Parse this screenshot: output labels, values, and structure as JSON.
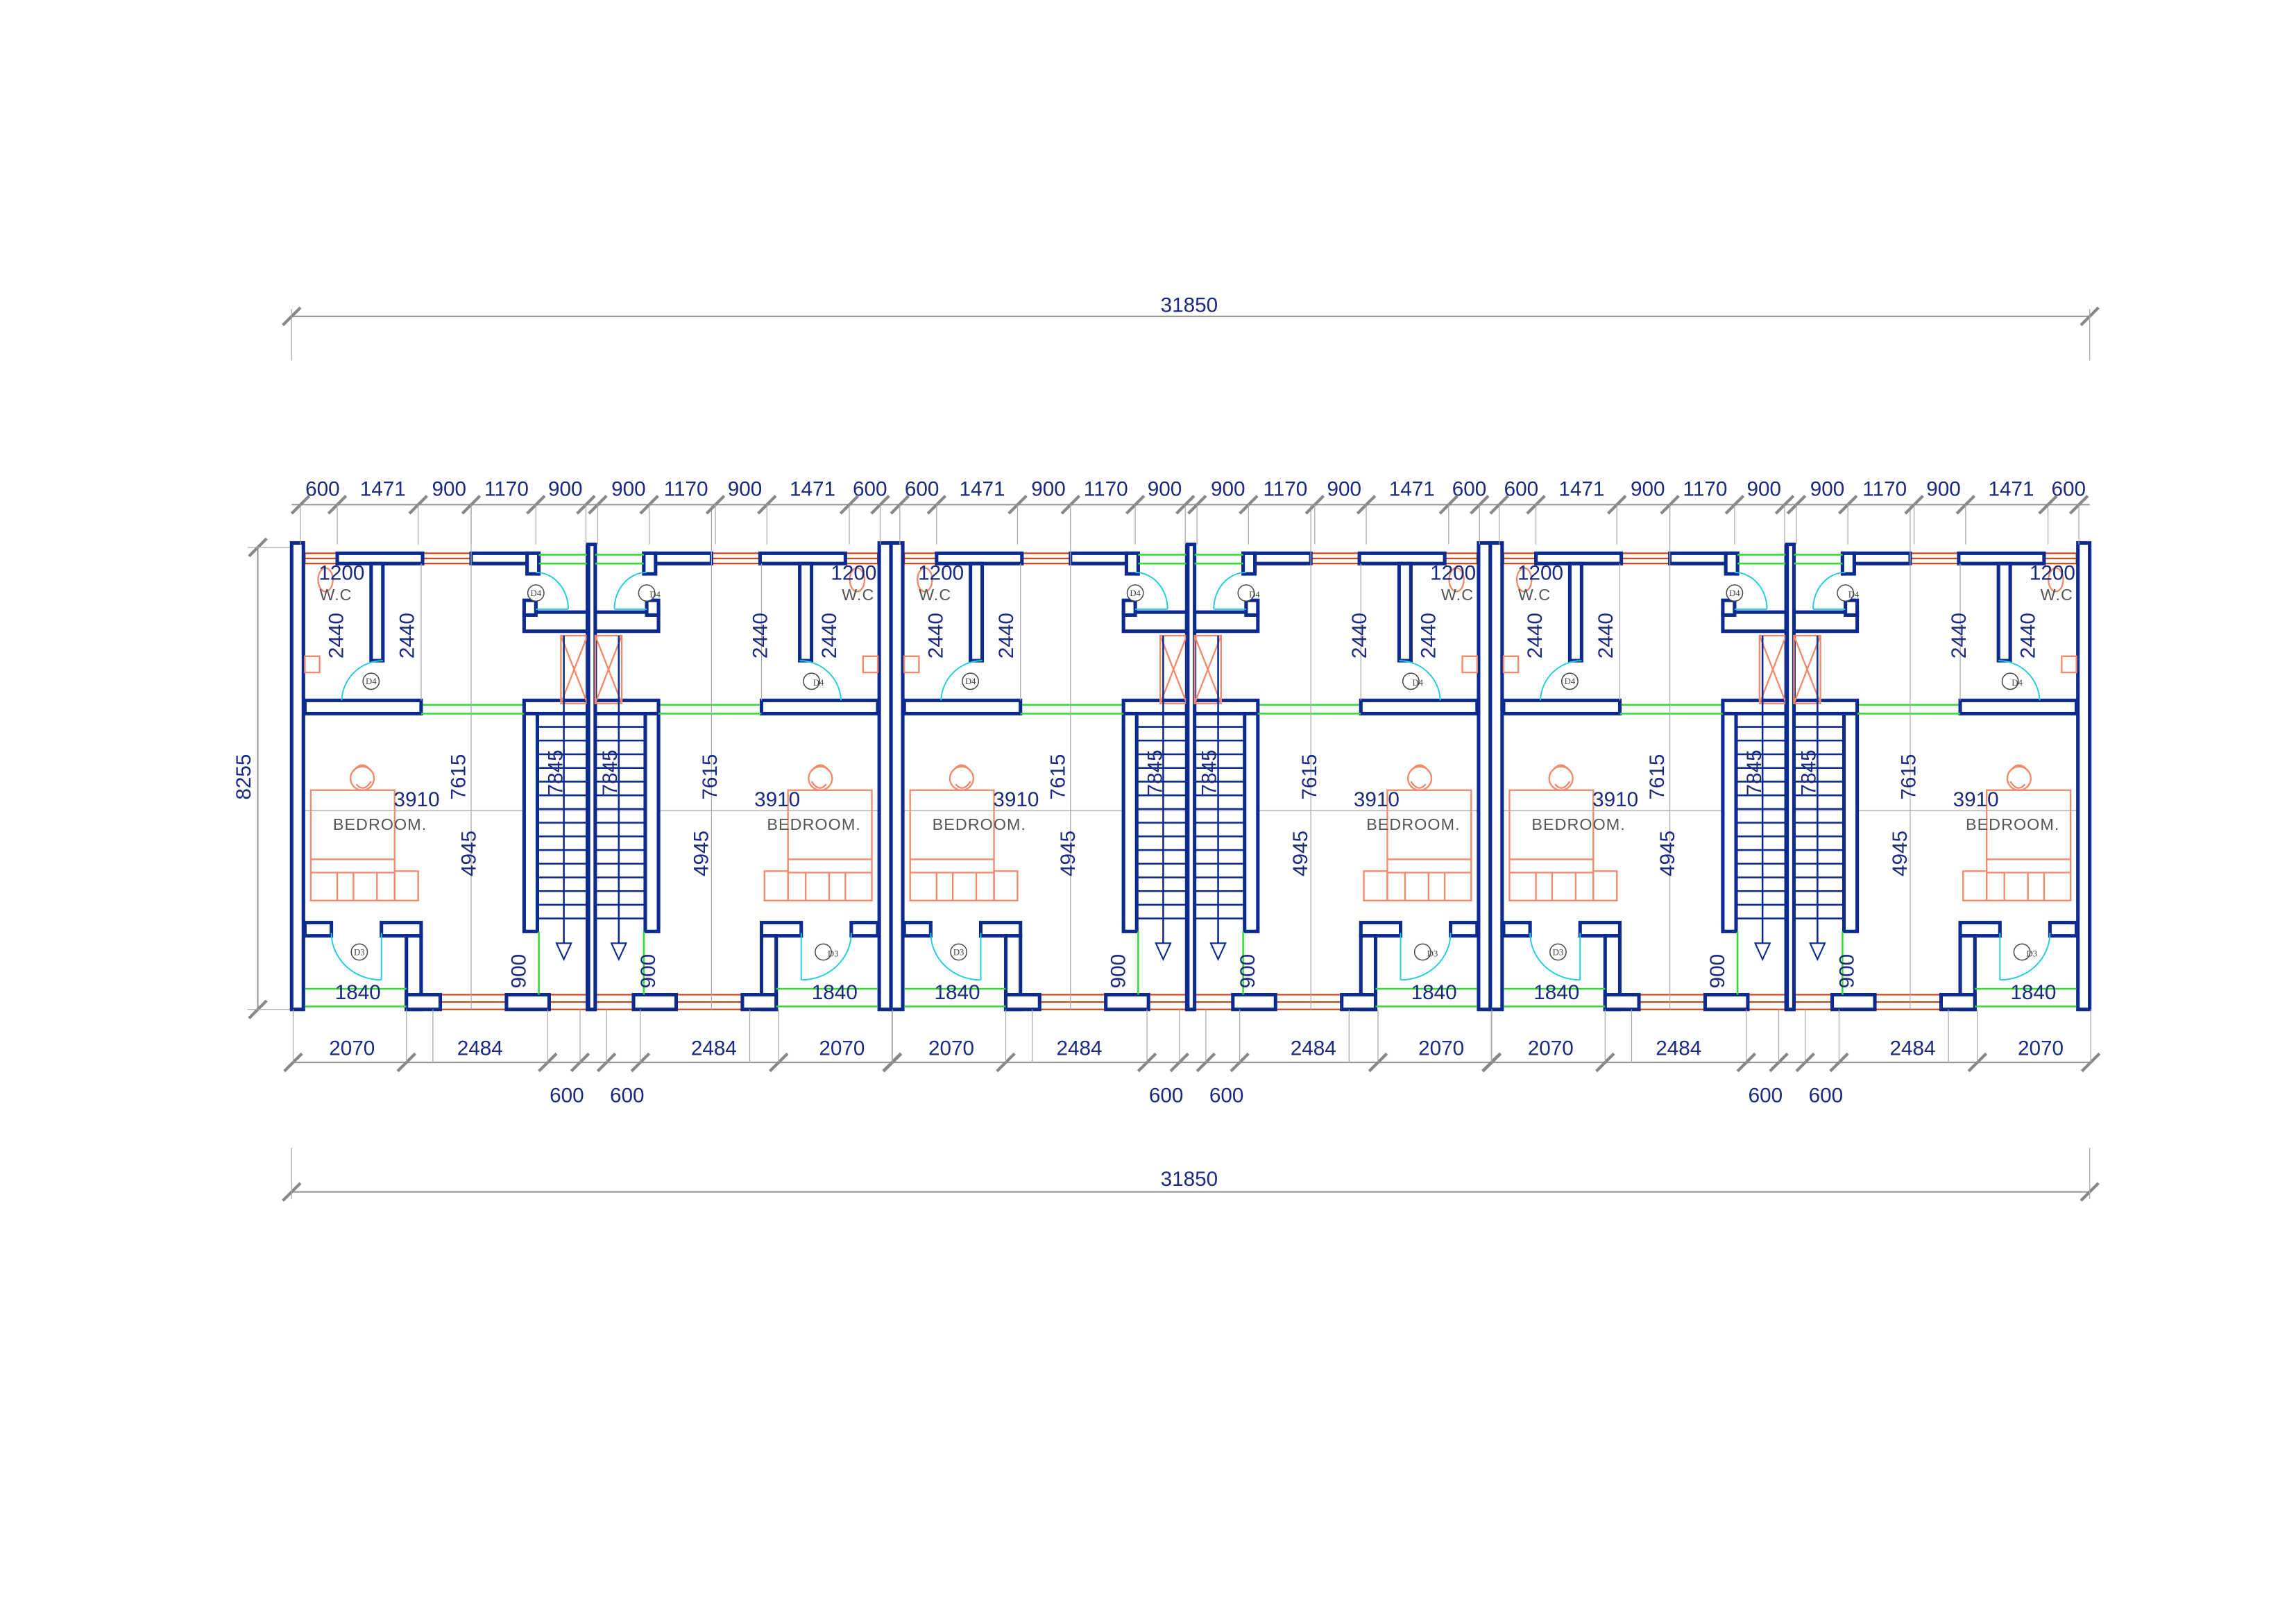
{
  "overall": {
    "top_length": "31850",
    "bottom_length": "31850",
    "height": "8255"
  },
  "top_segments": [
    "600",
    "1471",
    "900",
    "1170",
    "900",
    "900",
    "1170",
    "900",
    "1471",
    "600"
  ],
  "bottom_segments": [
    "2070",
    "2484",
    "2484",
    "2070"
  ],
  "bottom_stair_segments": [
    "600",
    "600"
  ],
  "unit_labels": {
    "wc_width": "1200",
    "wc_name": "W.C",
    "wc_depth": "2440",
    "bedroom_width": "3910",
    "bedroom_name": "BEDROOM.",
    "total_depth": "7615",
    "bedroom_depth": "4945",
    "stair_length": "7845",
    "stair_opening": "900",
    "entry_width": "1840",
    "door_wc": "D4",
    "door_hall": "D4",
    "door_entry": "D3"
  },
  "colors": {
    "wall": "#0d2a8f",
    "window": "#d04010",
    "furniture": "#f08a6a",
    "opening": "#33dd33",
    "door_swing": "#22ccdd",
    "dimension_text": "#1a2a80"
  }
}
